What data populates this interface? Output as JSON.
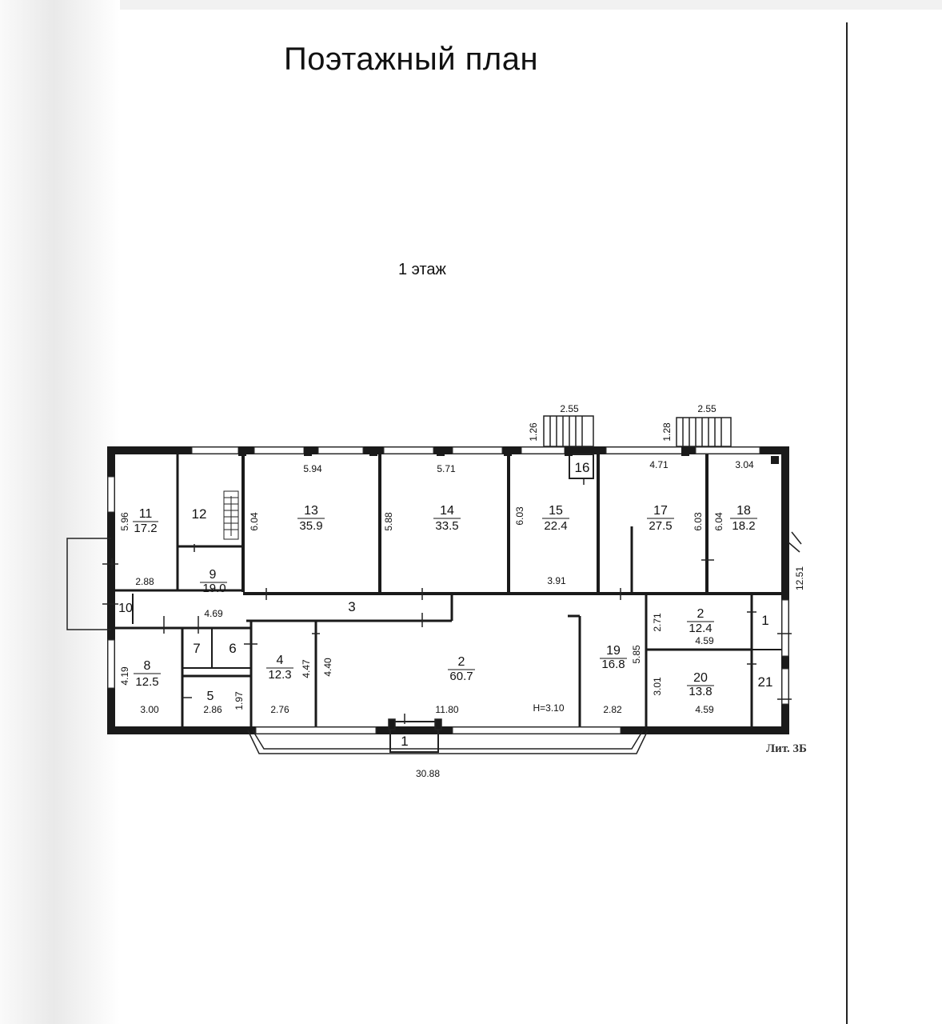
{
  "title": "Поэтажный план",
  "floor_label": "1 этаж",
  "liter": "Лит. 3Б",
  "building": {
    "overall_length": "30.88",
    "overall_width": "12.51",
    "ceiling_height": "H=3.10"
  },
  "rooms": [
    {
      "id": "r11",
      "number": "11",
      "area": "17.2"
    },
    {
      "id": "r12",
      "number": "12",
      "area": ""
    },
    {
      "id": "r9",
      "number": "9",
      "area": "19.0"
    },
    {
      "id": "r10",
      "number": "10",
      "area": ""
    },
    {
      "id": "r13",
      "number": "13",
      "area": "35.9"
    },
    {
      "id": "r14",
      "number": "14",
      "area": "33.5"
    },
    {
      "id": "r15",
      "number": "15",
      "area": "22.4"
    },
    {
      "id": "r16",
      "number": "16",
      "area": ""
    },
    {
      "id": "r17",
      "number": "17",
      "area": "27.5"
    },
    {
      "id": "r18",
      "number": "18",
      "area": "18.2"
    },
    {
      "id": "r3",
      "number": "3",
      "area": ""
    },
    {
      "id": "r8",
      "number": "8",
      "area": "12.5"
    },
    {
      "id": "r7",
      "number": "7",
      "area": ""
    },
    {
      "id": "r6",
      "number": "6",
      "area": ""
    },
    {
      "id": "r5",
      "number": "5",
      "area": ""
    },
    {
      "id": "r4",
      "number": "4",
      "area": "12.3"
    },
    {
      "id": "r2main",
      "number": "2",
      "area": "60.7"
    },
    {
      "id": "r19",
      "number": "19",
      "area": "16.8"
    },
    {
      "id": "r2small",
      "number": "2",
      "area": "12.4"
    },
    {
      "id": "r1right",
      "number": "1",
      "area": ""
    },
    {
      "id": "r20",
      "number": "20",
      "area": "13.8"
    },
    {
      "id": "r21",
      "number": "21",
      "area": ""
    },
    {
      "id": "r1porch",
      "number": "1",
      "area": ""
    }
  ],
  "dimensions": {
    "d_255a": "2.55",
    "d_126": "1.26",
    "d_255b": "2.55",
    "d_128": "1.28",
    "d_594": "5.94",
    "d_571": "5.71",
    "d_471": "4.71",
    "d_304": "3.04",
    "d_596": "5.96",
    "d_604a": "6.04",
    "d_588": "5.88",
    "d_603a": "6.03",
    "d_603b": "6.03",
    "d_604b": "6.04",
    "d_288": "2.88",
    "d_469": "4.69",
    "d_391": "3.91",
    "d_271": "2.71",
    "d_459a": "4.59",
    "d_585": "5.85",
    "d_301": "3.01",
    "d_459b": "4.59",
    "d_419": "4.19",
    "d_447": "4.47",
    "d_440": "4.40",
    "d_197": "1.97",
    "d_300": "3.00",
    "d_286": "2.86",
    "d_276": "2.76",
    "d_1180": "11.80",
    "d_282": "2.82"
  }
}
